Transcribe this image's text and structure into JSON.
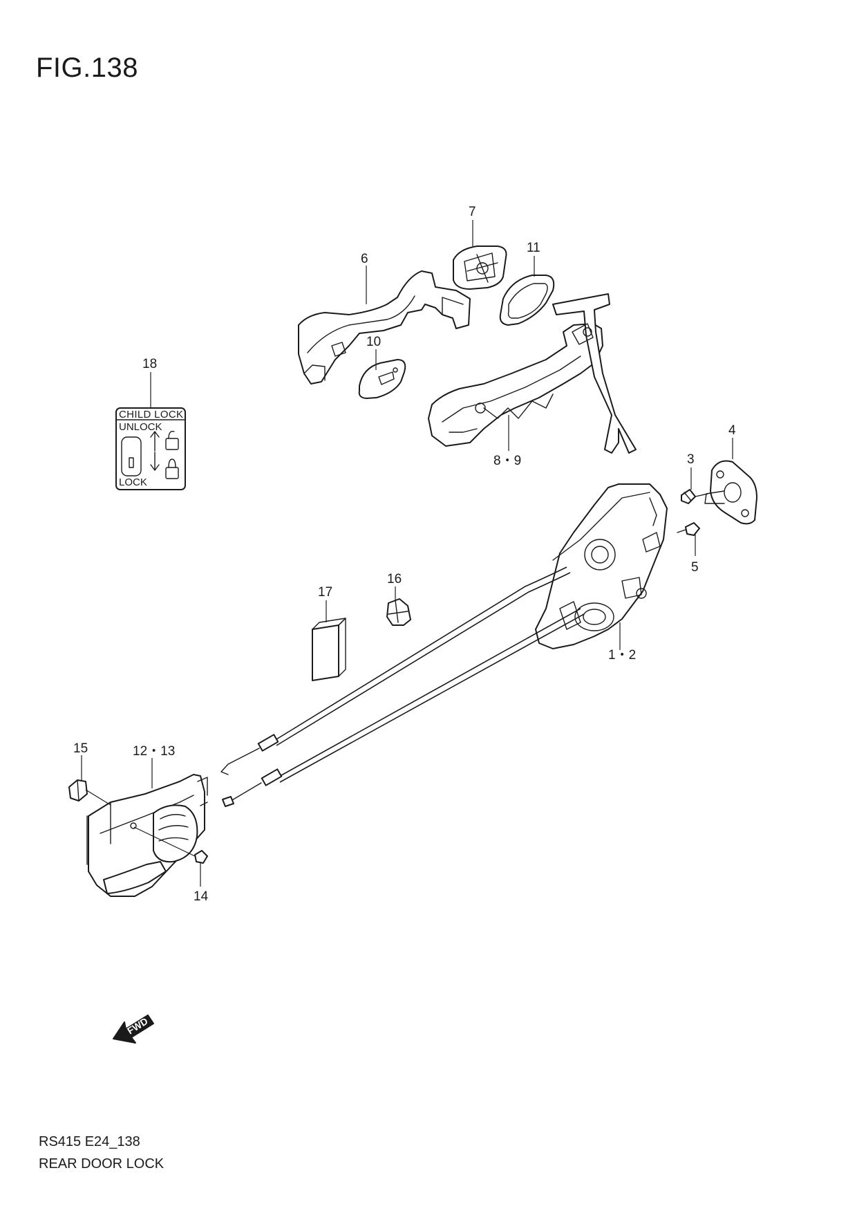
{
  "figure": {
    "title": "FIG.138",
    "code": "RS415 E24_138",
    "name": "REAR DOOR LOCK"
  },
  "callouts": {
    "c1_2": "1・2",
    "c3": "3",
    "c4": "4",
    "c5": "5",
    "c6": "6",
    "c7": "7",
    "c8_9": "8・9",
    "c10": "10",
    "c11": "11",
    "c12_13": "12・13",
    "c14": "14",
    "c15": "15",
    "c16": "16",
    "c17": "17",
    "c18": "18"
  },
  "child_lock_label": {
    "header": "CHILD LOCK",
    "unlock": "UNLOCK",
    "lock": "LOCK"
  },
  "fwd_arrow": {
    "text": "FWD"
  }
}
